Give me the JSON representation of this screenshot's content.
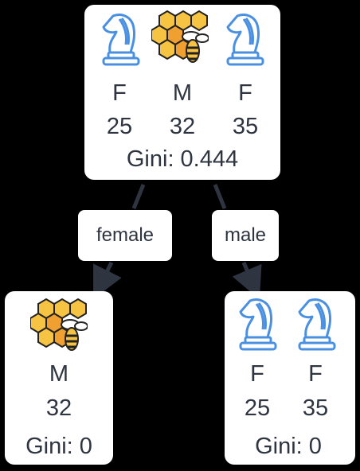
{
  "root": {
    "items": [
      {
        "icon": "chess-knight-icon",
        "sex": "F",
        "age": "25"
      },
      {
        "icon": "honeycomb-bee-icon",
        "sex": "M",
        "age": "32"
      },
      {
        "icon": "chess-knight-icon",
        "sex": "F",
        "age": "35"
      }
    ],
    "gini": "Gini: 0.444"
  },
  "edges": {
    "left_label": "female",
    "right_label": "male"
  },
  "left_leaf": {
    "items": [
      {
        "icon": "honeycomb-bee-icon",
        "sex": "M",
        "age": "32"
      }
    ],
    "gini": "Gini: 0"
  },
  "right_leaf": {
    "items": [
      {
        "icon": "chess-knight-icon",
        "sex": "F",
        "age": "25"
      },
      {
        "icon": "chess-knight-icon",
        "sex": "F",
        "age": "35"
      }
    ],
    "gini": "Gini: 0"
  },
  "colors": {
    "knight": "#4a90e2",
    "honey": "#f6c342",
    "bee": "#3a3a3a",
    "edge": "#2e3440"
  }
}
